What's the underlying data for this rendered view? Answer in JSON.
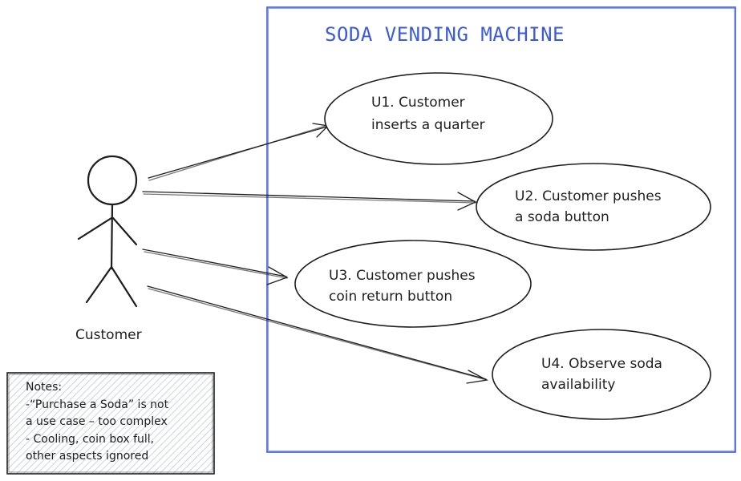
{
  "system": {
    "title": "SODA VENDING MACHINE",
    "border_color": "#3b5bdb",
    "title_color": "#3b5bdb"
  },
  "actor": {
    "label": "Customer"
  },
  "use_cases": [
    {
      "lines": [
        "U1. Customer",
        "inserts a quarter"
      ]
    },
    {
      "lines": [
        "U2. Customer pushes",
        "a soda button"
      ]
    },
    {
      "lines": [
        "U3. Customer pushes",
        "coin return button"
      ]
    },
    {
      "lines": [
        "U4. Observe soda",
        "availability"
      ]
    }
  ],
  "notes": {
    "lines": [
      "Notes:",
      "-“Purchase a Soda” is not",
      "a use case – too complex",
      "- Cooling, coin box full,",
      "other aspects ignored"
    ],
    "fill_color": "#ced4da"
  },
  "colors": {
    "ink": "#1e1e1e"
  }
}
